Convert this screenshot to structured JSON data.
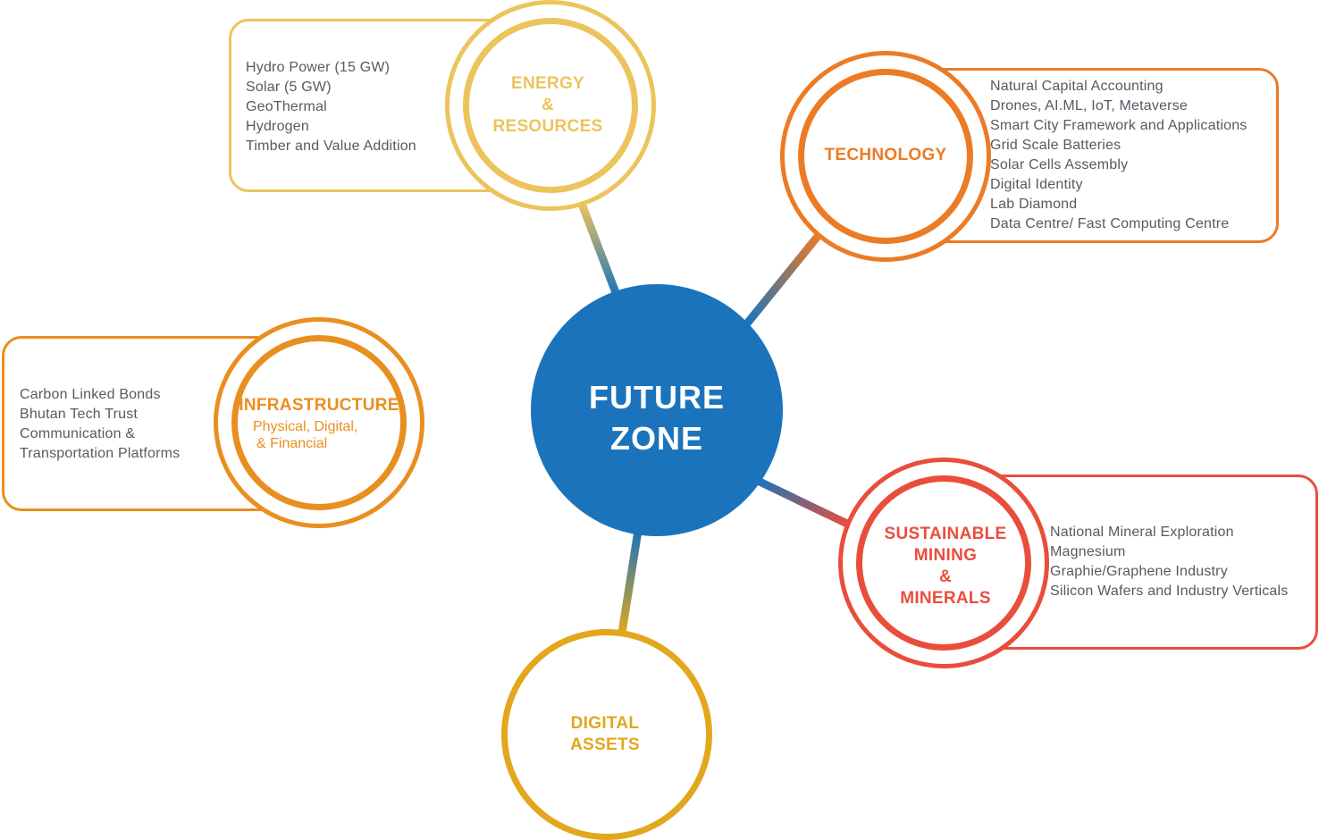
{
  "hub": {
    "line1": "FUTURE",
    "line2": "ZONE",
    "color": "#1b74bb"
  },
  "energy": {
    "title": [
      "ENERGY",
      "&",
      "RESOURCES"
    ],
    "items": [
      "Hydro Power (15 GW)",
      "Solar (5 GW)",
      "GeoThermal",
      "Hydrogen",
      "Timber and  Value Addition"
    ],
    "color": "#ecc45c"
  },
  "technology": {
    "title": [
      "TECHNOLOGY"
    ],
    "items": [
      "Natural Capital Accounting",
      "Drones, AI.ML, IoT, Metaverse",
      "Smart City Framework and Applications",
      "Grid Scale Batteries",
      "Solar Cells Assembly",
      "Digital Identity",
      "Lab Diamond",
      "Data Centre/ Fast Computing Centre"
    ],
    "color": "#ec7b25"
  },
  "infrastructure": {
    "title": [
      "INFRASTRUCTURE"
    ],
    "subtitle": [
      "Physical, Digital,",
      "& Financial"
    ],
    "items": [
      "Carbon Linked Bonds",
      "Bhutan Tech Trust",
      "Communication &",
      "Transportation Platforms"
    ],
    "color": "#e98f1f"
  },
  "mining": {
    "title": [
      "SUSTAINABLE",
      "MINING",
      "&",
      "MINERALS"
    ],
    "items": [
      "National Mineral Exploration",
      "Magnesium",
      "Graphie/Graphene Industry",
      "Silicon Wafers and Industry Verticals"
    ],
    "color": "#e94e3c"
  },
  "digital": {
    "title": [
      "DIGITAL",
      "ASSETS"
    ],
    "color": "#e2a71c"
  }
}
